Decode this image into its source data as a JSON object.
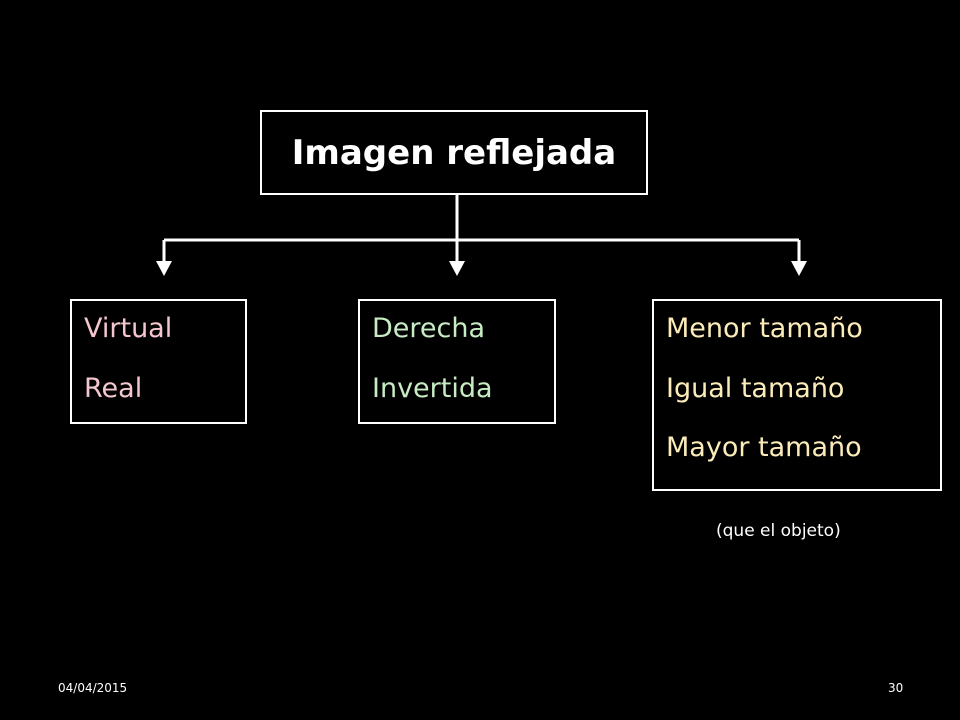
{
  "diagram": {
    "root": {
      "label": "Imagen reflejada"
    },
    "children": [
      {
        "id": "tipo",
        "items": [
          "Virtual",
          "Real"
        ],
        "color": "#f4c7cf"
      },
      {
        "id": "orientacion",
        "items": [
          "Derecha",
          "Invertida"
        ],
        "color": "#c7ecc3"
      },
      {
        "id": "tamano",
        "items": [
          "Menor tamaño",
          "Igual tamaño",
          "Mayor tamaño"
        ],
        "color": "#fbecb9"
      }
    ],
    "note": "(que el objeto)"
  },
  "footer": {
    "date": "04/04/2015",
    "page": "30"
  },
  "colors": {
    "background": "#000000",
    "lines": "#ffffff"
  }
}
